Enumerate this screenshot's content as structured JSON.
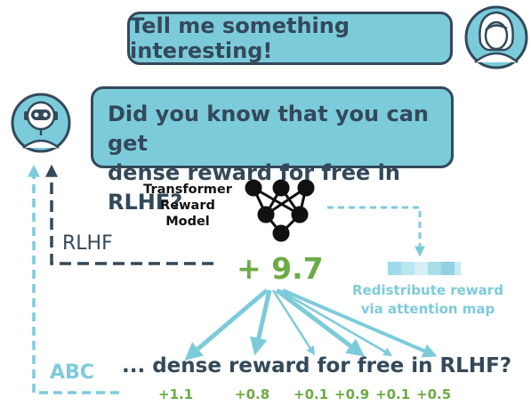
{
  "colors": {
    "dark": "#33495a",
    "teal": "#7ccbdb",
    "green": "#6cab45",
    "black": "#111111"
  },
  "user": {
    "message": "Tell me something interesting!",
    "avatar_icon": "woman-avatar-icon"
  },
  "assistant": {
    "message_line1": "Did you know that you can get",
    "message_line2": "dense reward for free in RLHF?",
    "avatar_icon": "robot-avatar-icon"
  },
  "reward_model": {
    "line1": "Transformer",
    "line2": "Reward",
    "line3": "Model",
    "icon": "neural-network-icon"
  },
  "score": "+ 9.7",
  "rlhf_label": "RLHF",
  "redistribute": {
    "line1": "Redistribute reward",
    "line2": "via attention map"
  },
  "abc_label": "ABC",
  "sentence": "... dense reward for free in RLHF?",
  "token_rewards": [
    "+1.1",
    "+0.8",
    "+0.1",
    "+0.9",
    "+0.1",
    "+0.5"
  ]
}
